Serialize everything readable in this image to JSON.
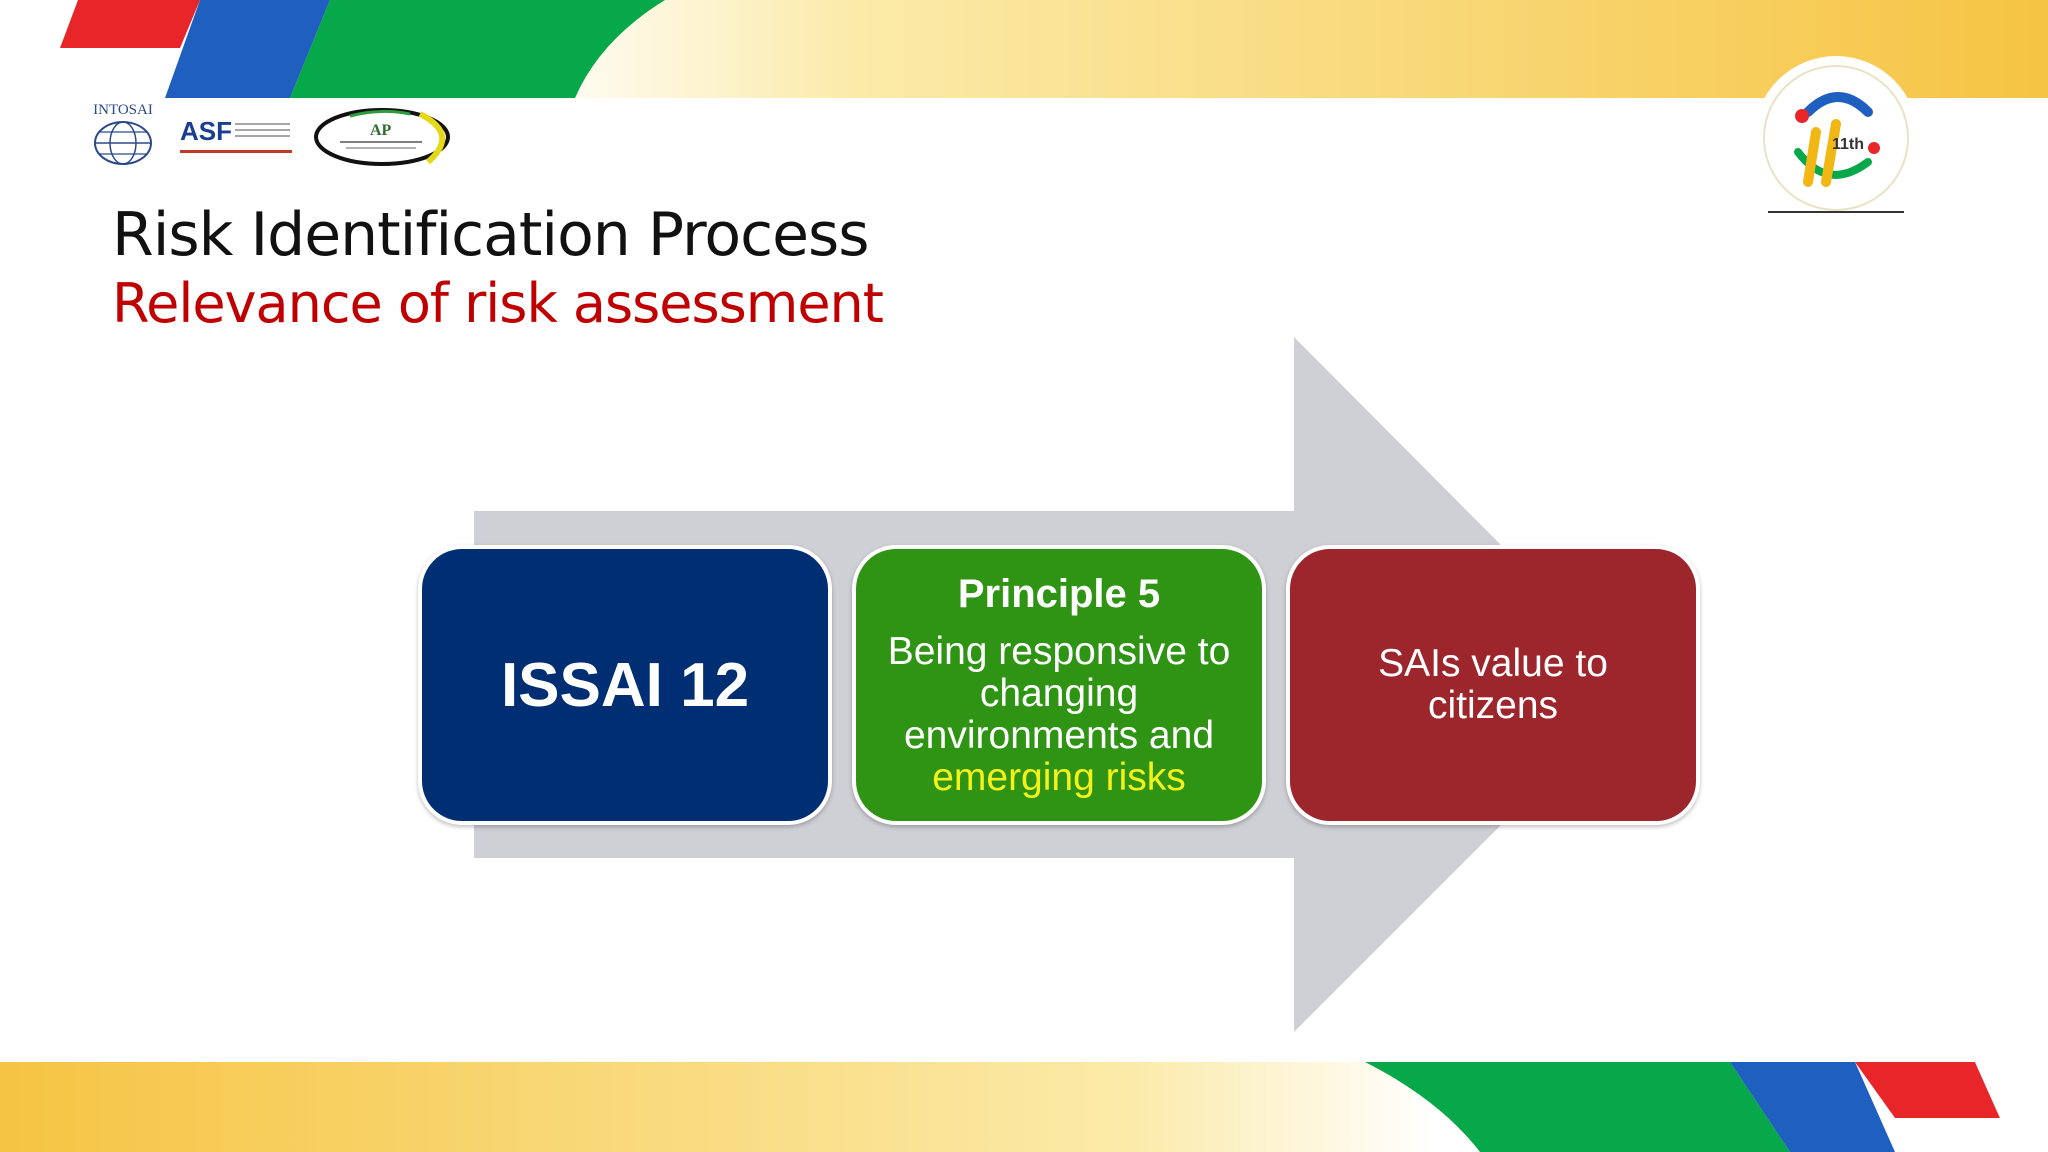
{
  "colors": {
    "yellow_band": "#f7c94a",
    "green_band": "#07a84a",
    "blue_band": "#1f5fbf",
    "red_band": "#e8262a",
    "arrow": "#cfcfd6",
    "box_blue": "#002e72",
    "box_green": "#2f9414",
    "box_red": "#9c262b",
    "title": "#111111",
    "subtitle": "#c00000",
    "highlight": "#f4f218"
  },
  "header": {
    "title": "Risk Identification Process",
    "subtitle": "Relevance of risk assessment"
  },
  "logos": {
    "intosai": "INTOSAI",
    "asf": "ASF",
    "ap": "AP",
    "event_badge": "11th"
  },
  "process": {
    "step1": {
      "label": "ISSAI 12"
    },
    "step2": {
      "heading": "Principle 5",
      "text": "Being responsive to changing environments and",
      "highlight": "emerging risks"
    },
    "step3": {
      "label": "SAIs value to citizens"
    }
  }
}
